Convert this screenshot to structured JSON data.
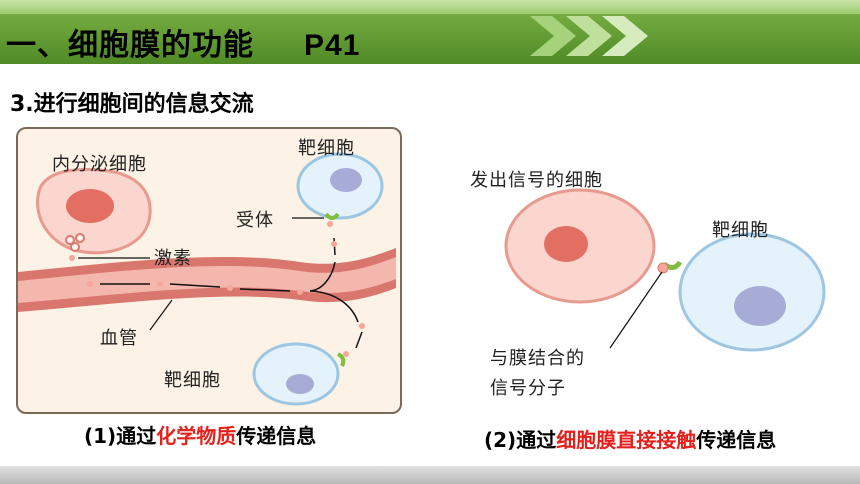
{
  "header": {
    "title": "一、细胞膜的功能",
    "page_ref": "P41"
  },
  "subtitle": "3.进行细胞间的信息交流",
  "left_diagram": {
    "labels": {
      "endocrine_cell": "内分泌细胞",
      "target_cell_top": "靶细胞",
      "receptor": "受体",
      "hormone": "激素",
      "blood_vessel": "血管",
      "target_cell_bottom": "靶细胞"
    }
  },
  "right_diagram": {
    "labels": {
      "signal_cell": "发出信号的细胞",
      "target_cell": "靶细胞",
      "signal_molecule_line1": "与膜结合的",
      "signal_molecule_line2": "信号分子"
    }
  },
  "captions": {
    "left": {
      "prefix": "(1)通过",
      "highlight": "化学物质",
      "suffix": "传递信息"
    },
    "right": {
      "prefix": "(2)通过",
      "highlight": "细胞膜直接接触",
      "suffix": "传递信息"
    }
  },
  "colors": {
    "header_green": "#5a9a2e",
    "highlight_red": "#e3201b"
  }
}
